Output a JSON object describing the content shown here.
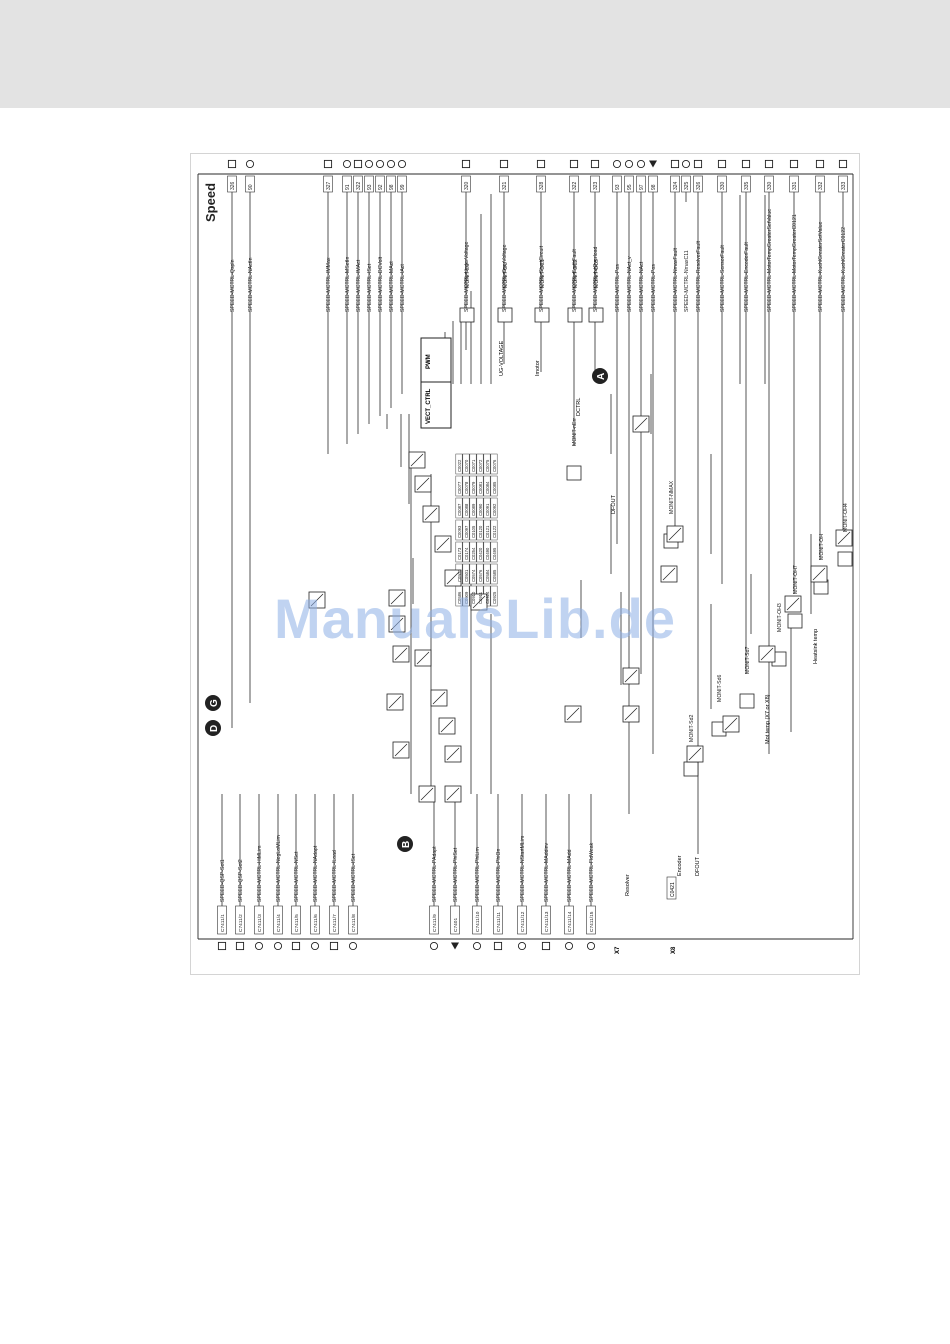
{
  "page": {
    "watermark": "ManualsLib.de"
  },
  "diagram": {
    "title": "Speed",
    "markers": {
      "a": "A",
      "b": "B",
      "d": "D",
      "g": "G"
    },
    "top_outputs": [
      {
        "label": "SPEED-MCTRL-Qspln",
        "code": "326",
        "pin": "square"
      },
      {
        "label": "SPEED-MCTRL-NActIn",
        "code": "90",
        "pin": "circle"
      },
      {
        "label": "SPEED-MCTRL-IMMax",
        "code": "327",
        "pin": "square"
      },
      {
        "label": "SPEED-MCTRL-MSetIn",
        "code": "91",
        "pin": "circle"
      },
      {
        "label": "SPEED-MCTRL-IMAct",
        "code": "322",
        "pin": "square"
      },
      {
        "label": "SPEED-MCTRL-ISet",
        "code": "93",
        "pin": "circle"
      },
      {
        "label": "SPEED-MCTRL-DCVolt",
        "code": "92",
        "pin": "circle"
      },
      {
        "label": "SPEED-MCTRL-MAct",
        "code": "98",
        "pin": "circle"
      },
      {
        "label": "SPEED-MCTRL-IAct",
        "code": "99",
        "pin": "circle"
      },
      {
        "label": "SPEED-MCTRL-UnderVoltage",
        "code": "320",
        "pin": "square"
      },
      {
        "label": "SPEED-MCTRL-OverVoltage",
        "code": "321",
        "pin": "square"
      },
      {
        "label": "SPEED-MCTRL-ShortCircuit",
        "code": "328",
        "pin": "square"
      },
      {
        "label": "SPEED-MCTRL-EarthFault",
        "code": "322",
        "pin": "square"
      },
      {
        "label": "SPEED-MCTRL-IxtOverload",
        "code": "323",
        "pin": "square"
      },
      {
        "label": "SPEED-MCTRL-Pos",
        "code": "93",
        "pin": "circle"
      },
      {
        "label": "SPEED-MCTRL-NAct_v",
        "code": "95",
        "pin": "circle"
      },
      {
        "label": "SPEED-MCTRL-NAct",
        "code": "97",
        "pin": "circle"
      },
      {
        "label": "SPEED-MCTRL-Pos",
        "code": "98",
        "pin": "triangle"
      },
      {
        "label": "SPEED-MCTRL-NmaxFault",
        "code": "324",
        "pin": "square"
      },
      {
        "label": "SPEED-MCTRL-NmaxC11",
        "code": "325",
        "pin": "circle"
      },
      {
        "label": "SPEED-MCTRL-ResolverFault",
        "code": "326",
        "pin": "square"
      },
      {
        "label": "SPEED-MCTRL-SensorFault",
        "code": "330",
        "pin": "square"
      },
      {
        "label": "SPEED-MCTRL-EncoderFault",
        "code": "335",
        "pin": "square"
      },
      {
        "label": "SPEED-MCTRL-MotorTempGreaterSetValue",
        "code": "330",
        "pin": "square"
      },
      {
        "label": "SPEED-MCTRL-MotorTempGreaterC0121",
        "code": "331",
        "pin": "square"
      },
      {
        "label": "SPEED-MCTRL-KuehlGreaterSetValue",
        "code": "332",
        "pin": "square"
      },
      {
        "label": "SPEED-MCTRL-KuehlGreaterC0122",
        "code": "333",
        "pin": "square"
      }
    ],
    "bottom_inputs": [
      {
        "label": "SPEED-QSP-Set1",
        "code": "C7411/1",
        "pin": "square"
      },
      {
        "label": "SPEED-QSP-Set2",
        "code": "C7411/2",
        "pin": "square"
      },
      {
        "label": "SPEED-MCTRL-HiMLim",
        "code": "C7411/3",
        "pin": "circle"
      },
      {
        "label": "SPEED-MCTRL-NegLoMLim",
        "code": "C7411/4",
        "pin": "circle"
      },
      {
        "label": "SPEED-MCTRL-NSet",
        "code": "C7411/5",
        "pin": "square"
      },
      {
        "label": "SPEED-MCTRL-NAdapt",
        "code": "C7411/6",
        "pin": "circle"
      },
      {
        "label": "SPEED-MCTRL-ILoad",
        "code": "C7411/7",
        "pin": "square"
      },
      {
        "label": "SPEED-MCTRL-ISet",
        "code": "C7411/8",
        "pin": "circle"
      },
      {
        "label": "SPEED-MCTRL-PAdapt",
        "code": "C7411/9",
        "pin": "circle"
      },
      {
        "label": "SPEED-MCTRL-PhiSet",
        "code": "C7401",
        "pin": "triangle"
      },
      {
        "label": "SPEED-MCTRL-PhiLim",
        "code": "C7411/10",
        "pin": "circle"
      },
      {
        "label": "SPEED-MCTRL-PhiOn",
        "code": "C7411/11",
        "pin": "square"
      },
      {
        "label": "SPEED-MCTRL-NStartMLim",
        "code": "C7411/12",
        "pin": "circle"
      },
      {
        "label": "SPEED-MCTRL-MAddinv",
        "code": "C7411/13",
        "pin": "square"
      },
      {
        "label": "SPEED-MCTRL-MAdd",
        "code": "C7411/14",
        "pin": "circle"
      },
      {
        "label": "SPEED-MCTRL-FldWeak",
        "code": "C7411/15",
        "pin": "circle"
      }
    ],
    "feedback": {
      "x7": "X7",
      "x8": "X8",
      "resolver": "Resolver",
      "encoder": "Encoder",
      "dfout": "DFOUT",
      "dfout2": "DFOUT",
      "c0421": "C0421"
    },
    "monitors": [
      "MONIT-LU",
      "MONIT-OU",
      "MONIT-OC1",
      "MONIT-OC2",
      "MONIT-OC5",
      "MONIT-nErr",
      "MONIT-NMAX",
      "MONIT-Sd2",
      "MONIT-Sd6",
      "MONIT-Sd7",
      "MONIT-OH3",
      "MONIT-OH7",
      "MONIT-OH",
      "MONIT-OH4"
    ],
    "blocks": {
      "vect_ctrl": "VECT_CTRL",
      "pwm": "PWM",
      "dctrl": "DCTRL",
      "ug_voltage": "UG-VOLTAGE",
      "imotor": "Imotor",
      "mot_temp": "Mot temp (X7 or X8)",
      "heatsink_temp": "Heatsink temp"
    },
    "param_codes": [
      "C0022",
      "C0070",
      "C0071",
      "C0072",
      "C0075",
      "C0076",
      "C0077",
      "C0078",
      "C0079",
      "C0081",
      "C0084",
      "C0085",
      "C0087",
      "C0088",
      "C0089",
      "C0090",
      "C0091",
      "C0092",
      "C0093",
      "C0097",
      "C0105",
      "C0120",
      "C0121",
      "C0122",
      "C0173",
      "C0174",
      "C0254",
      "C0420",
      "C0490",
      "C0495",
      "C0500",
      "C0501",
      "C0574",
      "C0576",
      "C0584",
      "C0585",
      "C0586",
      "C0909",
      "C0910",
      "C0911",
      "C0924",
      "C0925"
    ]
  }
}
